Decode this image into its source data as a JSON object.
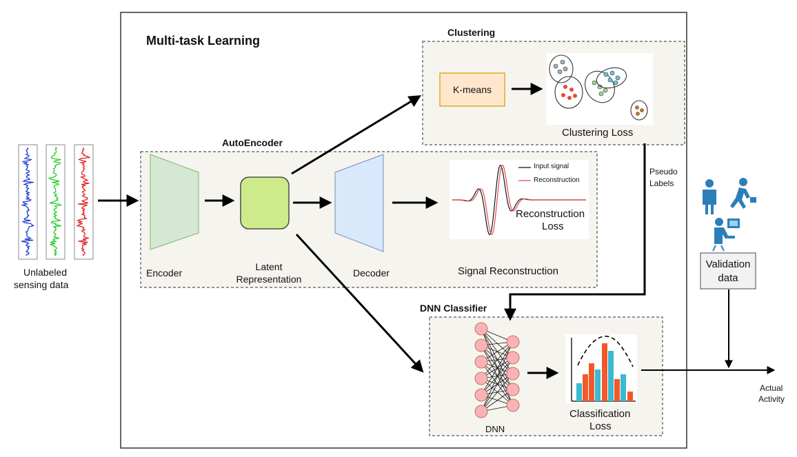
{
  "title": "Multi-task Learning",
  "input": {
    "label_line1": "Unlabeled",
    "label_line2": "sensing data"
  },
  "autoencoder": {
    "title": "AutoEncoder",
    "encoder": "Encoder",
    "latent_line1": "Latent",
    "latent_line2": "Representation",
    "decoder": "Decoder",
    "signal_reconstruction": "Signal Reconstruction",
    "loss_line1": "Reconstruction",
    "loss_line2": "Loss",
    "legend": [
      "Input signal",
      "Reconstruction"
    ]
  },
  "clustering": {
    "title": "Clustering",
    "kmeans": "K-means",
    "loss": "Clustering Loss"
  },
  "pseudo_labels": {
    "line1": "Pseudo",
    "line2": "Labels"
  },
  "classifier": {
    "title": "DNN Classifier",
    "dnn": "DNN",
    "loss_line1": "Classification",
    "loss_line2": "Loss"
  },
  "validation": {
    "line1": "Validation",
    "line2": "data"
  },
  "output": {
    "line1": "Actual",
    "line2": "Activity"
  },
  "colors": {
    "encoder": "#d5e8d4",
    "latent": "#cdeb8b",
    "decoder": "#dae8fc",
    "kmeans": "#ffe6cc",
    "kmeans_border": "#d79b00",
    "bar_red": "#f1592a",
    "bar_blue": "#3bb9d1",
    "neuron": "#f8b4b4"
  },
  "icons": [
    "standing-person-icon",
    "walking-person-icon",
    "person-at-desk-icon"
  ]
}
